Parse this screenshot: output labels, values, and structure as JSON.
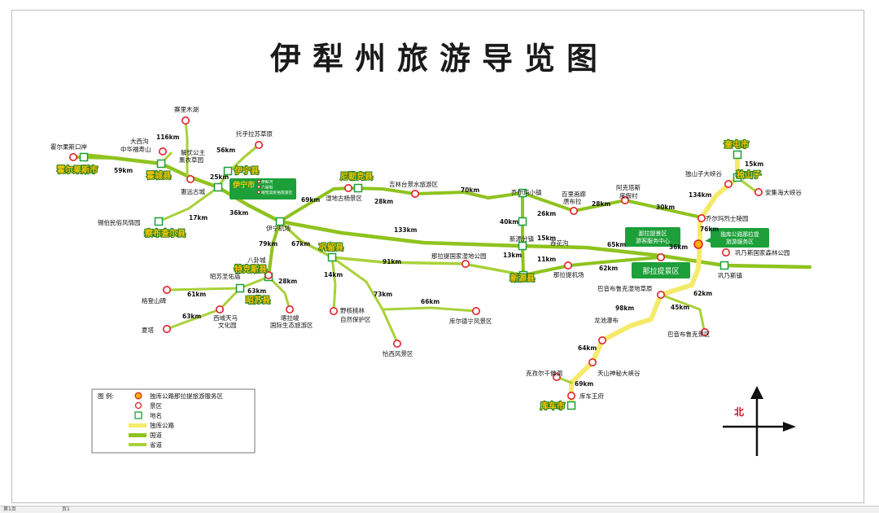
{
  "title": "伊犁州旅游导览图",
  "colors": {
    "national_road": "#8fc31f",
    "provincial_road": "#a9d13a",
    "dukou_road": "#f5ea6b",
    "place_marker": "#1d9f3a",
    "scenic_marker": "#e2202a",
    "label_bg": "#1d9f3a",
    "county_label": "#f6c500"
  },
  "county_labels": {
    "horgos": "霍尔果斯市",
    "huocheng": "霍城县",
    "yining_county": "伊宁县",
    "yining_city": "伊宁市",
    "chabuchar": "察布查尔县",
    "nileke": "尼勒克县",
    "gongliu": "巩留县",
    "tekesi": "特克斯县",
    "zhaosu": "昭苏县",
    "xinyuan": "新源县",
    "kuitun": "奎屯市",
    "dushanzi": "独山子",
    "kuqa": "库车市"
  },
  "yining_city_items": [
    "伊犁河",
    "六星街",
    "喀赞其民俗旅游区"
  ],
  "green_boxes": {
    "nalati_center": [
      "那拉提景区",
      "游客服务中心"
    ],
    "dukou_service": [
      "独库公路那拉提",
      "旅游服务区"
    ],
    "nalati_area": "那拉提景区"
  },
  "place_names": {
    "korgas_port": "霍尔果斯口岸",
    "sailimu": "赛里木湖",
    "daxigou": [
      "大西沟",
      "中华福寿山"
    ],
    "jieyou": [
      "解忧公主",
      "薰衣草园"
    ],
    "huiyuan": "惠远古城",
    "tuokuzi": "托乎拉苏草原",
    "xibo": "锡伯民俗风情园",
    "yining_airport": "伊宁机场",
    "tangbula_wetland": "湿地古杨景区",
    "jilin_lake": "吉林台景水旅游区",
    "qiaoerma_town": "乔尔玛小镇",
    "baili_tangbula": [
      "百里画廊",
      "唐布拉"
    ],
    "akeda": [
      "阿克塔斯",
      "度假村"
    ],
    "xinyuan_airport": "那拉提机场",
    "xinyuan_town": "新源分镇",
    "tiemuer": "吞花沟",
    "nalati_wetland": "那拉提国家湿地公园",
    "qiaoerma_martyr": "乔尔玛烈士陵园",
    "dushanzi_canyon": "独山子大峡谷",
    "anjihai": "安集海大峡谷",
    "gongnaisi": "巩乃斯国家森林公园",
    "gongnaisi_town": "巩乃斯镇",
    "bayinbuluke_wetland": "巴音布鲁克湿地草原",
    "bayinbuluke_area": "巴音布鲁克景区",
    "longchi": "龙池瀑布",
    "tianshan_canyon": "天山神秘大峡谷",
    "kezier": "克孜尔千佛洞",
    "kuqa_palace": "库车王府",
    "bagua": "八卦城",
    "zhaosu_temple": "昭苏圣佑庙",
    "gedengshan": "格登山碑",
    "xiata": "夏塔",
    "xiyu_horse": [
      "西域天马",
      "文化园"
    ],
    "kalajun": [
      "喀拉峻",
      "国际生态旅游区"
    ],
    "wild_fruit": [
      "野核桃林",
      "自然保护区"
    ],
    "kuerdening": "库尔德宁风景区",
    "kuerdening2": "恰西风景区"
  },
  "distances": {
    "d_116": "116km",
    "d_59": "59km",
    "d_56": "56km",
    "d_25": "25km",
    "d_17": "17km",
    "d_36": "36km",
    "d_69": "69km",
    "d_28a": "28km",
    "d_70": "70km",
    "d_26": "26km",
    "d_28b": "28km",
    "d_30": "30km",
    "d_40": "40km",
    "d_133": "133km",
    "d_15a": "15km",
    "d_65": "65km",
    "d_36b": "36km",
    "d_134": "134km",
    "d_15b": "15km",
    "d_76": "76km",
    "d_79": "79km",
    "d_67": "67km",
    "d_91": "91km",
    "d_13": "13km",
    "d_11": "11km",
    "d_62a": "62km",
    "d_62b": "62km",
    "d_14": "14km",
    "d_73": "73km",
    "d_66": "66km",
    "d_61": "61km",
    "d_63a": "63km",
    "d_63b": "63km",
    "d_28c": "28km",
    "d_98": "98km",
    "d_45": "45km",
    "d_64": "64km",
    "d_69b": "69km"
  },
  "legend": {
    "label": "图  例:",
    "items": [
      "独库公路那拉提旅游服务区",
      "景区",
      "地名",
      "独库公路",
      "国道",
      "省道"
    ]
  },
  "compass_label": "北",
  "bottom_tabs": [
    "第1页",
    "页1"
  ]
}
